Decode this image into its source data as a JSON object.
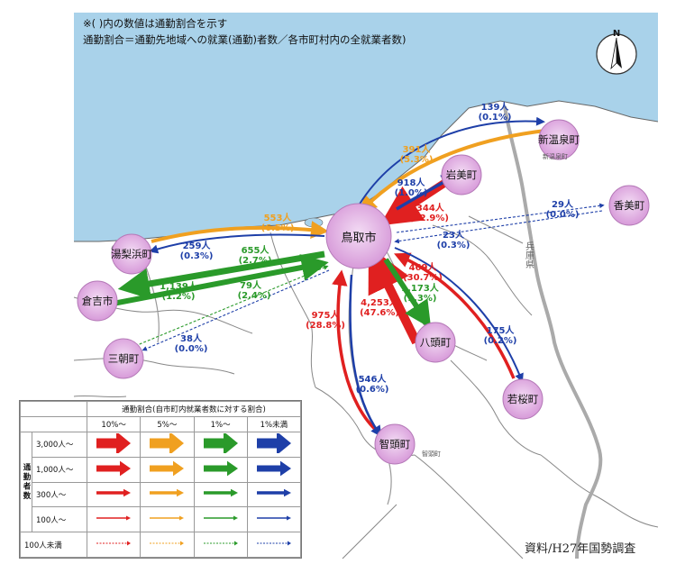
{
  "notes": {
    "line1": "※( )内の数値は通勤割合を示す",
    "line2": "通勤割合＝通勤先地域への就業(通勤)者数／各市町村内の全就業者数)"
  },
  "compass": "N",
  "credit": "資料/H27年国勢調査",
  "colors": {
    "sea": "#a9d2ea",
    "land": "#ffffff",
    "red": "#e02020",
    "orange": "#f0a020",
    "green": "#2a9a2a",
    "blue": "#1e3fa8",
    "circle": "#e4b8e6"
  },
  "cities": [
    {
      "id": "tottori",
      "name": "鳥取市"
    },
    {
      "id": "iwami",
      "name": "岩美町"
    },
    {
      "id": "shinonsen",
      "name": "新温泉町"
    },
    {
      "id": "kami",
      "name": "香美町"
    },
    {
      "id": "yurihama",
      "name": "湯梨浜町"
    },
    {
      "id": "kurayoshi",
      "name": "倉吉市"
    },
    {
      "id": "misasa",
      "name": "三朝町"
    },
    {
      "id": "yazu",
      "name": "八頭町"
    },
    {
      "id": "wakasa",
      "name": "若桜町"
    },
    {
      "id": "chizu",
      "name": "智頭町"
    }
  ],
  "place_labels": {
    "shinonsen_small": "新温泉町",
    "chizu_small": "智頭町",
    "pref": "兵庫県"
  },
  "flows": [
    {
      "id": "iwami",
      "count": "2,344人",
      "pct": "(42.9%)"
    },
    {
      "id": "to_iwami",
      "count": "918人",
      "pct": "(1.0%)"
    },
    {
      "id": "shinonsen",
      "count": "391人",
      "pct": "(5.3%)"
    },
    {
      "id": "to_shinonsen",
      "count": "139人",
      "pct": "(0.1%)"
    },
    {
      "id": "to_kami",
      "count": "29人",
      "pct": "(0.0%)"
    },
    {
      "id": "kami",
      "count": "23人",
      "pct": "(0.3%)"
    },
    {
      "id": "yurihama",
      "count": "553人",
      "pct": "(6.5%)"
    },
    {
      "id": "to_yurihama",
      "count": "259人",
      "pct": "(0.3%)"
    },
    {
      "id": "kurayoshi",
      "count": "655人",
      "pct": "(2.7%)"
    },
    {
      "id": "to_kurayoshi",
      "count": "1,139人",
      "pct": "(1.2%)"
    },
    {
      "id": "misasa",
      "count": "79人",
      "pct": "(2.4%)"
    },
    {
      "id": "to_misasa",
      "count": "38人",
      "pct": "(0.0%)"
    },
    {
      "id": "yazu",
      "count": "4,253人",
      "pct": "(47.6%)"
    },
    {
      "id": "to_yazu",
      "count": "1,173人",
      "pct": "(1.3%)"
    },
    {
      "id": "wakasa",
      "count": "469人",
      "pct": "(30.7%)"
    },
    {
      "id": "to_wakasa",
      "count": "175人",
      "pct": "(0.2%)"
    },
    {
      "id": "chizu",
      "count": "975人",
      "pct": "(28.8%)"
    },
    {
      "id": "to_chizu",
      "count": "546人",
      "pct": "(0.6%)"
    }
  ],
  "legend": {
    "header": "通勤割合(自市町内就業者数に対する割合)",
    "side": "通勤者数",
    "columns": [
      "10%〜",
      "5%〜",
      "1%〜",
      "1%未満"
    ],
    "rows": [
      "3,000人〜",
      "1,000人〜",
      "300人〜",
      "100人〜",
      "100人未満"
    ]
  }
}
